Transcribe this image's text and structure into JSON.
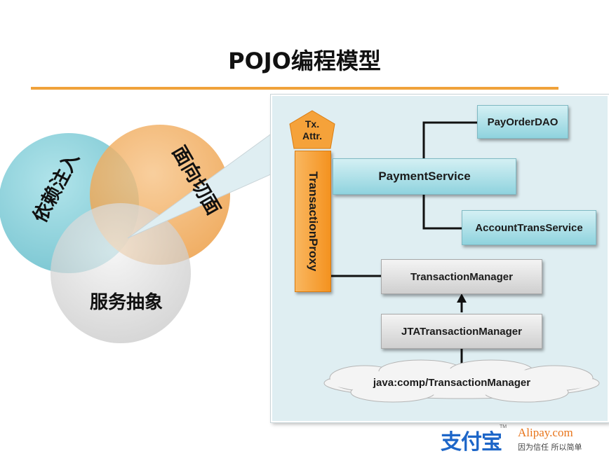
{
  "title": "POJO编程模型",
  "venn": {
    "di": "依赖注入",
    "aop": "面向切面",
    "service": "服务抽象"
  },
  "diagram": {
    "tx_attr": [
      "Tx.",
      "Attr."
    ],
    "proxy": "TransactionProxy",
    "payment_service": "PaymentService",
    "pay_order_dao": "PayOrderDAO",
    "account_trans_service": "AccountTransService",
    "transaction_manager": "TransactionManager",
    "jta_transaction_manager": "JTATransactionManager",
    "jndi": "java:comp/TransactionManager"
  },
  "logo": {
    "mark": "支付宝",
    "tm": "TM",
    "url": "Alipay.com",
    "slogan": "因为信任  所以简单"
  },
  "colors": {
    "accent_orange": "#f0a23a",
    "teal": "#8fd3de",
    "gray": "#cfcfcf",
    "panel": "#dfeef2"
  }
}
